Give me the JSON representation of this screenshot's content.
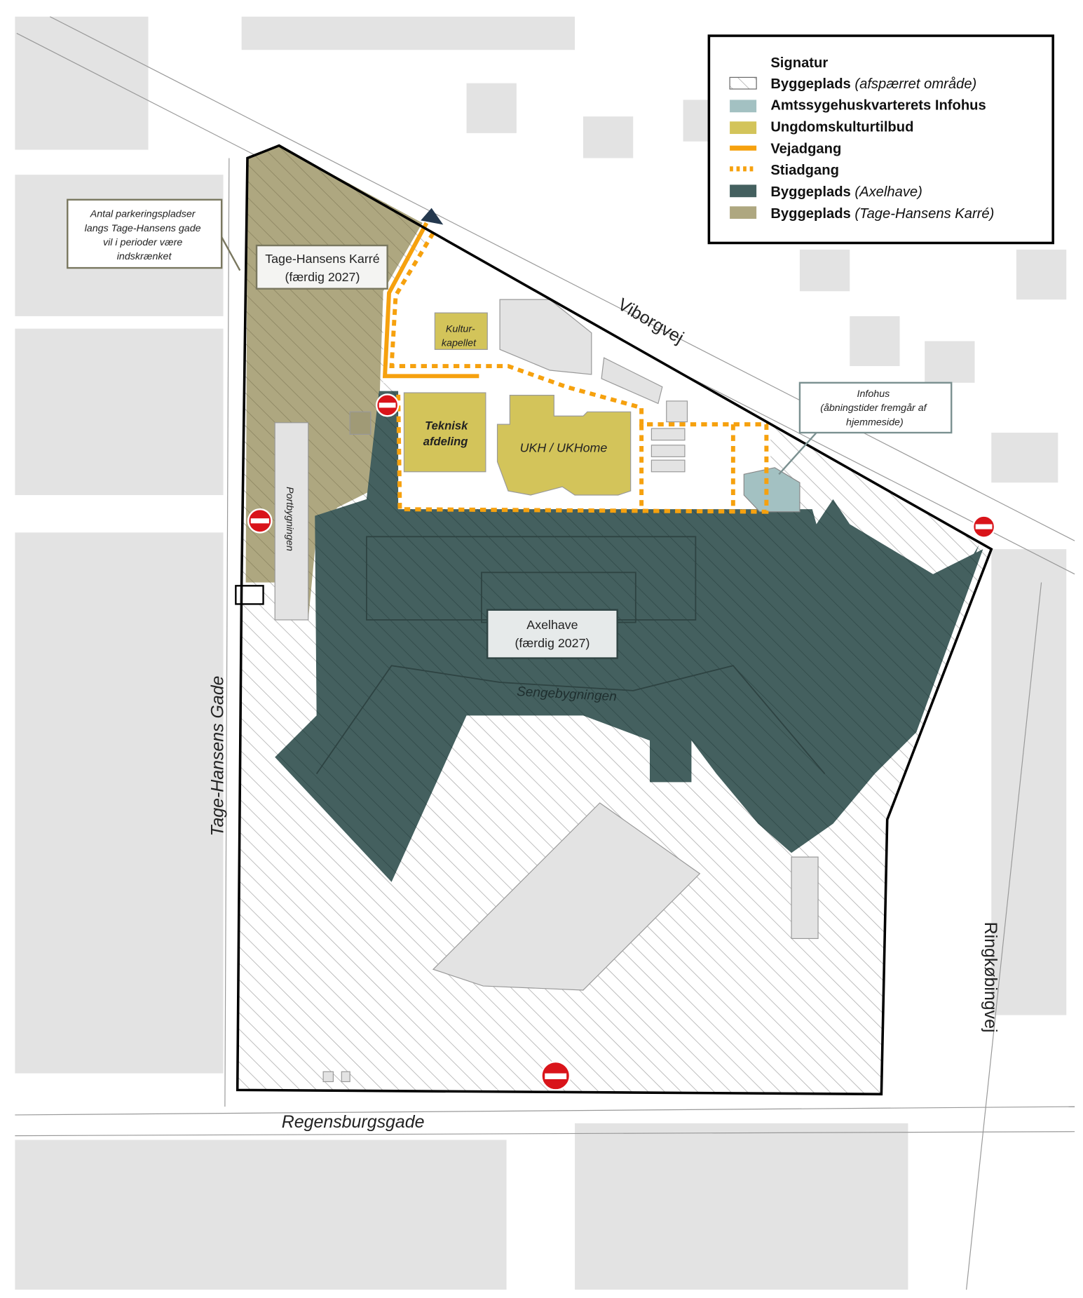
{
  "legend": {
    "title": "Signatur",
    "items": [
      {
        "label": "Byggeplads",
        "note": "(afspærret område)",
        "color": "#ffffff",
        "symbol": "hatch"
      },
      {
        "label": "Amtssygehuskvarterets Infohus",
        "note": "",
        "color": "#a3c1c2",
        "symbol": "fill"
      },
      {
        "label": "Ungdomskulturtilbud",
        "note": "",
        "color": "#d3c45a",
        "symbol": "fill"
      },
      {
        "label": "Vejadgang",
        "note": "",
        "color": "#f6a10e",
        "symbol": "line"
      },
      {
        "label": "Stiadgang",
        "note": "",
        "color": "#f6a10e",
        "symbol": "dotted"
      },
      {
        "label": "Byggeplads",
        "note": "(Axelhave)",
        "color": "#44605f",
        "symbol": "fill"
      },
      {
        "label": "Byggeplads",
        "note": "(Tage-Hansens Karré)",
        "color": "#aea780",
        "symbol": "fill"
      }
    ]
  },
  "streets": {
    "viborgvej": "Viborgvej",
    "tage_hansens_gade": "Tage-Hansens Gade",
    "regensburgsgade": "Regensburgsgade",
    "ringkobingvej": "Ringkøbingvej"
  },
  "buildings": {
    "kulturkapellet": [
      "Kultur-",
      "kapellet"
    ],
    "teknisk": [
      "Teknisk",
      "afdeling"
    ],
    "ukh": "UKH / UKHome",
    "portbygningen": "Portbygningen",
    "sengebygningen": "Sengebygningen"
  },
  "callouts": {
    "parking": [
      "Antal parkeringspladser",
      "langs Tage-Hansens gade",
      "vil i perioder være",
      "indskrænket"
    ],
    "karre": [
      "Tage-Hansens Karré",
      "(færdig 2027)"
    ],
    "axelhave": [
      "Axelhave",
      "(færdig 2027)"
    ],
    "infohus": [
      "Infohus",
      "(åbningstider fremgår af",
      "hjemmeside)"
    ]
  }
}
